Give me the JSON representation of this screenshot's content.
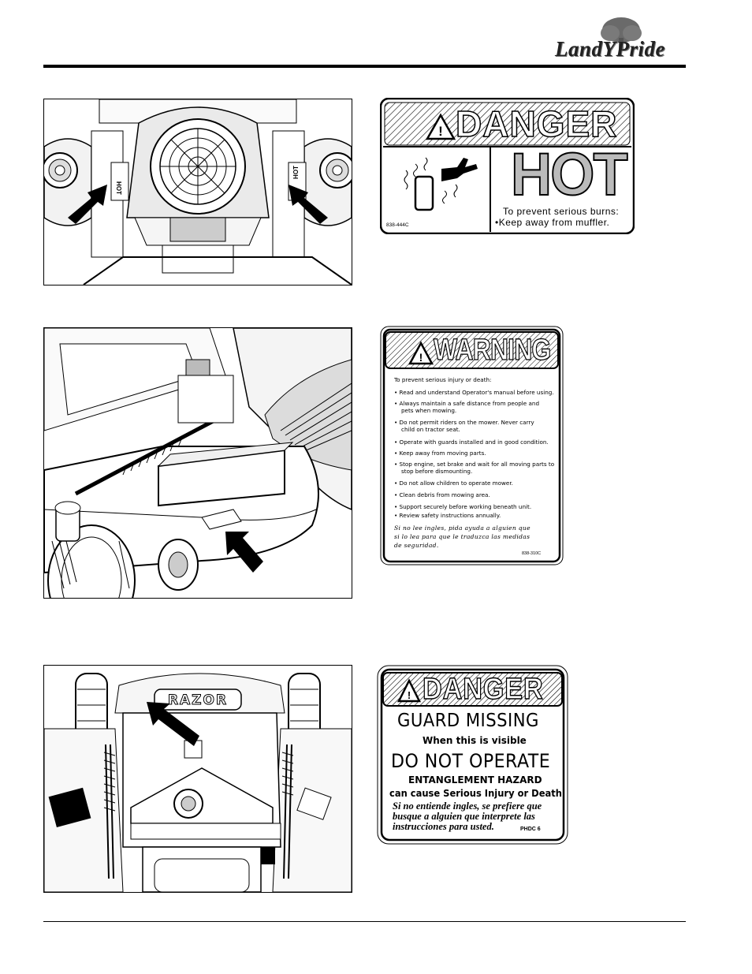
{
  "header": {
    "brand": "LandYPride"
  },
  "decal_hot": {
    "signal_word": "DANGER",
    "code": "838-444C",
    "big_word": "HOT",
    "line1": "To prevent serious burns:",
    "line2": "•Keep away from muffler."
  },
  "photo1": {
    "label_left": "HOT",
    "label_right": "HOT"
  },
  "decal_warning": {
    "signal_word": "WARNING",
    "intro": "To prevent serious injury or death:",
    "items": [
      "Read and understand Operator's manual before using.",
      "Always maintain a safe distance from people and",
      "pets when mowing.",
      "Do not permit riders on the mower. Never carry",
      "child on tractor seat.",
      "Operate with guards installed and in good condition.",
      "Keep away from moving parts.",
      "Stop engine, set brake and wait for all moving parts to",
      "stop before dismounting.",
      "Do not allow children to operate mower.",
      "Clean debris from mowing area.",
      "Support securely before working beneath unit.",
      "Review safety instructions annually."
    ],
    "spanish1": "Si no lee ingles, pida ayuda a alguien que",
    "spanish2": "si lo lea para que le traduzca las medidas",
    "spanish3": "de seguridad.",
    "code": "838-310C"
  },
  "photo3": {
    "brand_label": "RAZOR"
  },
  "decal_guard": {
    "signal_word": "DANGER",
    "line1": "GUARD MISSING",
    "line2": "When this is visible",
    "line3": "DO NOT OPERATE",
    "line4": "ENTANGLEMENT HAZARD",
    "line5": "can cause Serious Injury or Death",
    "spanish1": "Si no entiende ingles, se prefiere que",
    "spanish2": "busque a alguien que interprete las",
    "spanish3": "instrucciones para usted.",
    "code": "PHDC 6"
  }
}
